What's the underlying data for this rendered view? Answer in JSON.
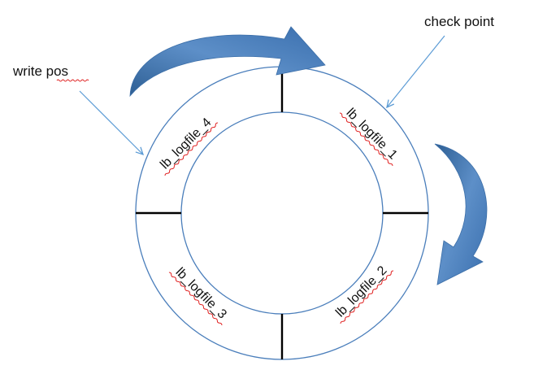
{
  "annotations": {
    "write_pos": "write pos",
    "check_point": "check point"
  },
  "segments": [
    {
      "label": "lb_logfile_1"
    },
    {
      "label": "lb_logfile_2"
    },
    {
      "label": "lb_logfile_3"
    },
    {
      "label": "lb_logfile_4"
    }
  ],
  "colors": {
    "ring": "#4a7ebb",
    "divider": "#000000",
    "pointer": "#5b9bd5",
    "arrow_fill": "#4f81bd",
    "spellcheck": "#e02020"
  }
}
